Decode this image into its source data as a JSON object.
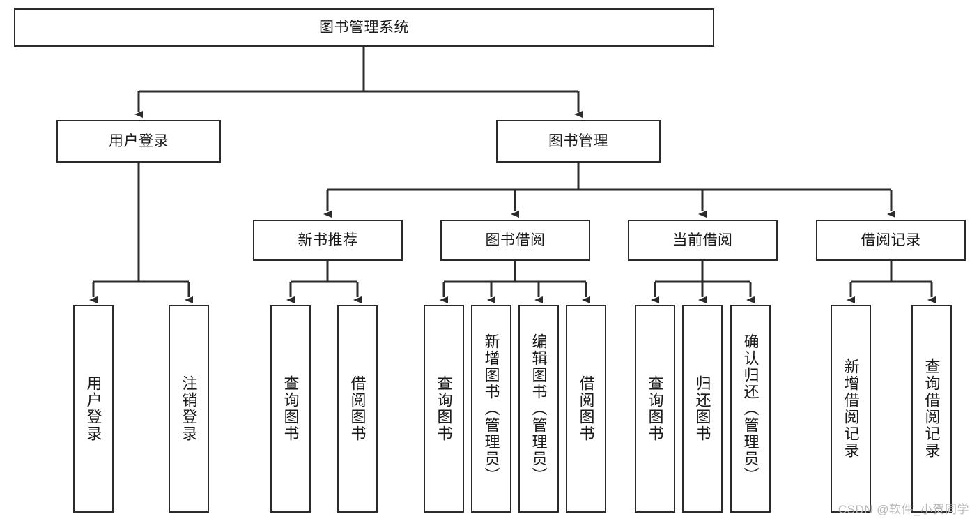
{
  "diagram": {
    "type": "tree-hierarchy",
    "title": "图书管理系统",
    "orientation": "top-down",
    "colors": {
      "box_border": "#2b2b2b",
      "box_fill": "#ffffff",
      "connector": "#2b2b2b",
      "text": "#1a1a1a",
      "watermark": "#b9b9b9"
    },
    "root": {
      "id": "root",
      "label": "图书管理系统"
    },
    "level2": [
      {
        "id": "user-login",
        "label": "用户登录"
      },
      {
        "id": "book-management",
        "label": "图书管理"
      }
    ],
    "level3": [
      {
        "id": "new-book-recommend",
        "label": "新书推荐",
        "parent": "book-management"
      },
      {
        "id": "book-borrow",
        "label": "图书借阅",
        "parent": "book-management"
      },
      {
        "id": "current-borrow",
        "label": "当前借阅",
        "parent": "book-management"
      },
      {
        "id": "borrow-record",
        "label": "借阅记录",
        "parent": "book-management"
      }
    ],
    "leaves": [
      {
        "id": "leaf-user-login",
        "label": "用户登录",
        "parent": "user-login"
      },
      {
        "id": "leaf-logout-login",
        "label": "注销登录",
        "parent": "user-login"
      },
      {
        "id": "leaf-query-book-1",
        "label": "查询图书",
        "parent": "new-book-recommend"
      },
      {
        "id": "leaf-borrow-book-1",
        "label": "借阅图书",
        "parent": "new-book-recommend"
      },
      {
        "id": "leaf-query-book-2",
        "label": "查询图书",
        "parent": "book-borrow"
      },
      {
        "id": "leaf-add-book-admin",
        "label": "新增图书（管理员）",
        "parent": "book-borrow"
      },
      {
        "id": "leaf-edit-book-admin",
        "label": "编辑图书（管理员）",
        "parent": "book-borrow"
      },
      {
        "id": "leaf-borrow-book-2",
        "label": "借阅图书",
        "parent": "book-borrow"
      },
      {
        "id": "leaf-query-book-3",
        "label": "查询图书",
        "parent": "current-borrow"
      },
      {
        "id": "leaf-return-book",
        "label": "归还图书",
        "parent": "current-borrow"
      },
      {
        "id": "leaf-confirm-return-admin",
        "label": "确认归还（管理员）",
        "parent": "current-borrow"
      },
      {
        "id": "leaf-add-borrow-record",
        "label": "新增借阅记录",
        "parent": "borrow-record"
      },
      {
        "id": "leaf-query-borrow-record",
        "label": "查询借阅记录",
        "parent": "borrow-record"
      }
    ],
    "watermark": "CSDN @软件_小贺同学"
  }
}
